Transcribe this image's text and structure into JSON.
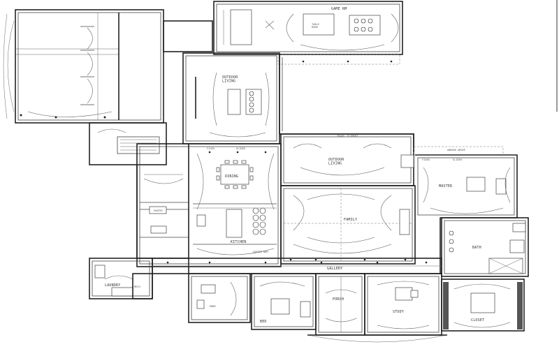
{
  "plan": {
    "rooms": {
      "game": "GAME RM",
      "table": "TABLE\nROOM",
      "outdoor_living_top": "OUTDOOR\nLIVING",
      "outdoor_living_mid": "OUTDOOR\nLIVING",
      "dining": "DINING",
      "pantry": "PANTRY",
      "kitchen": "KITCHEN",
      "family": "FAMILY",
      "master": "MASTER",
      "bath": "BATH",
      "laundry": "LAUNDRY",
      "porch": "PORCH",
      "gallery": "GALLERY",
      "study": "STUDY",
      "closet": "CLOSET",
      "bed": "BED",
      "powder": "PWDR",
      "coffee_bar": "COFFEE BAR",
      "mech": "MECH"
    },
    "notes": {
      "fixed": "FIXED",
      "slider": "SLIDER",
      "awning": "AWNING ABOVE",
      "trans": "TRANS. ELEMENT"
    }
  }
}
